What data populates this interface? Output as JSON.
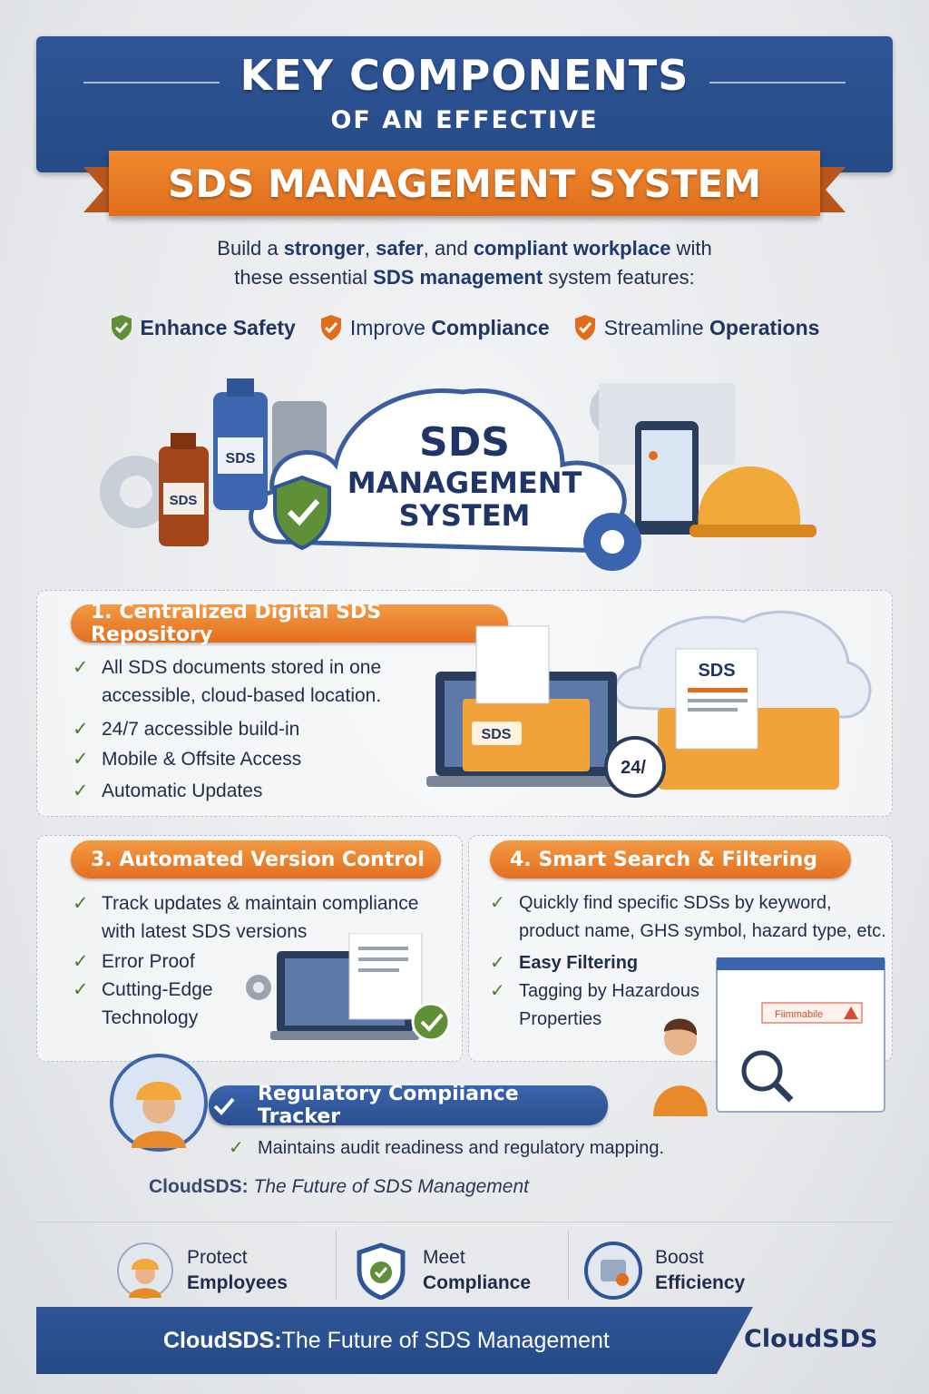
{
  "header": {
    "title": "KEY COMPONENTS",
    "subtitle": "OF AN EFFECTIVE",
    "ribbon": "SDS MANAGEMENT SYSTEM"
  },
  "intro": {
    "line1_a": "Build a ",
    "line1_b": "stronger",
    "line1_c": ", ",
    "line1_d": "safer",
    "line1_e": ", and ",
    "line1_f": "compliant workplace",
    "line1_g": " with",
    "line2_a": "these essential ",
    "line2_b": "SDS management",
    "line2_c": " system features:"
  },
  "benefits": [
    {
      "pre": "",
      "bold": "Enhance Safety",
      "icon": "green-shield-check-icon",
      "color": "#5f8f36"
    },
    {
      "pre": "Improve ",
      "bold": "Compliance",
      "icon": "orange-shield-check-icon",
      "color": "#e06d1c"
    },
    {
      "pre": "Streamline ",
      "bold": "Operations",
      "icon": "orange-shield-check-icon",
      "color": "#e06d1c"
    }
  ],
  "hero": {
    "cloud_line1": "SDS",
    "cloud_line2": "MANAGEMENT",
    "cloud_line3": "SYSTEM",
    "bottle_label_1": "SDS",
    "bottle_label_2": "SDS"
  },
  "section1": {
    "title": "1.  Centralized Digital SDS Repository",
    "items": [
      "All SDS documents stored in one accessible, cloud-based location.",
      "24/7 accessible build-in",
      "Mobile & Offsite Access",
      "Automatic Updates"
    ],
    "folder_label": "SDS",
    "doc_label": "SDS",
    "clock_label": "24/"
  },
  "section3": {
    "title": "3.  Automated Version Control",
    "items": [
      "Track updates & maintain compliance with latest SDS versions",
      "Error Proof",
      "Cutting-Edge Technology"
    ]
  },
  "section4": {
    "title": "4.  Smart Search & Filtering",
    "items": [
      "Quickly find specific SDSs by keyword, product name, GHS symbol, hazard type, etc.",
      "Easy Filtering",
      "Tagging by Hazardous Properties"
    ],
    "tag_label": "Fiimmabile"
  },
  "tracker": {
    "title": "Regulatory Compiiance Tracker",
    "item": "Maintains audit readiness and regulatory mapping."
  },
  "tagline": {
    "brand_a": "Cloud",
    "brand_b": "SDS:",
    "rest": " The Future of SDS Management"
  },
  "strip": [
    {
      "line1": "Protect",
      "line2": "Employees",
      "icon": "worker-avatar-icon"
    },
    {
      "line1": "Meet",
      "line2": "Compliance",
      "icon": "shield-check-icon"
    },
    {
      "line1": "Boost",
      "line2": "Efficiency",
      "icon": "efficiency-badge-icon"
    }
  ],
  "footer": {
    "brand": "CloudSDS:",
    "rest": " The Future of SDS Management",
    "logo": "CloudSDS"
  },
  "colors": {
    "navy": "#2f5597",
    "orange": "#e36f1f",
    "green": "#5f8f36"
  }
}
